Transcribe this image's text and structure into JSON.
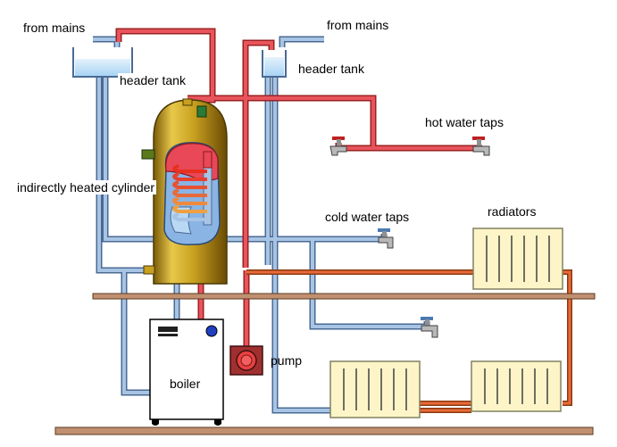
{
  "labels": {
    "from_mains_left": "from mains",
    "from_mains_right": "from mains",
    "header_tank_left": "header tank",
    "header_tank_right": "header tank",
    "hot_water_taps": "hot water taps",
    "cylinder": "indirectly heated cylinder",
    "cold_water_taps": "cold water taps",
    "radiators": "radiators",
    "pump": "pump",
    "boiler": "boiler"
  },
  "colors": {
    "cold_pipe": "#a8c4e4",
    "cold_pipe_edge": "#4a6a94",
    "hot_pipe": "#e8545c",
    "hot_pipe_edge": "#9a2020",
    "radiator_pipe": "#e86a3a",
    "water": "#c8e4f8",
    "cylinder_gold": "#c8a020",
    "radiator_fill": "#fdf5c8",
    "floor": "#c09070"
  }
}
